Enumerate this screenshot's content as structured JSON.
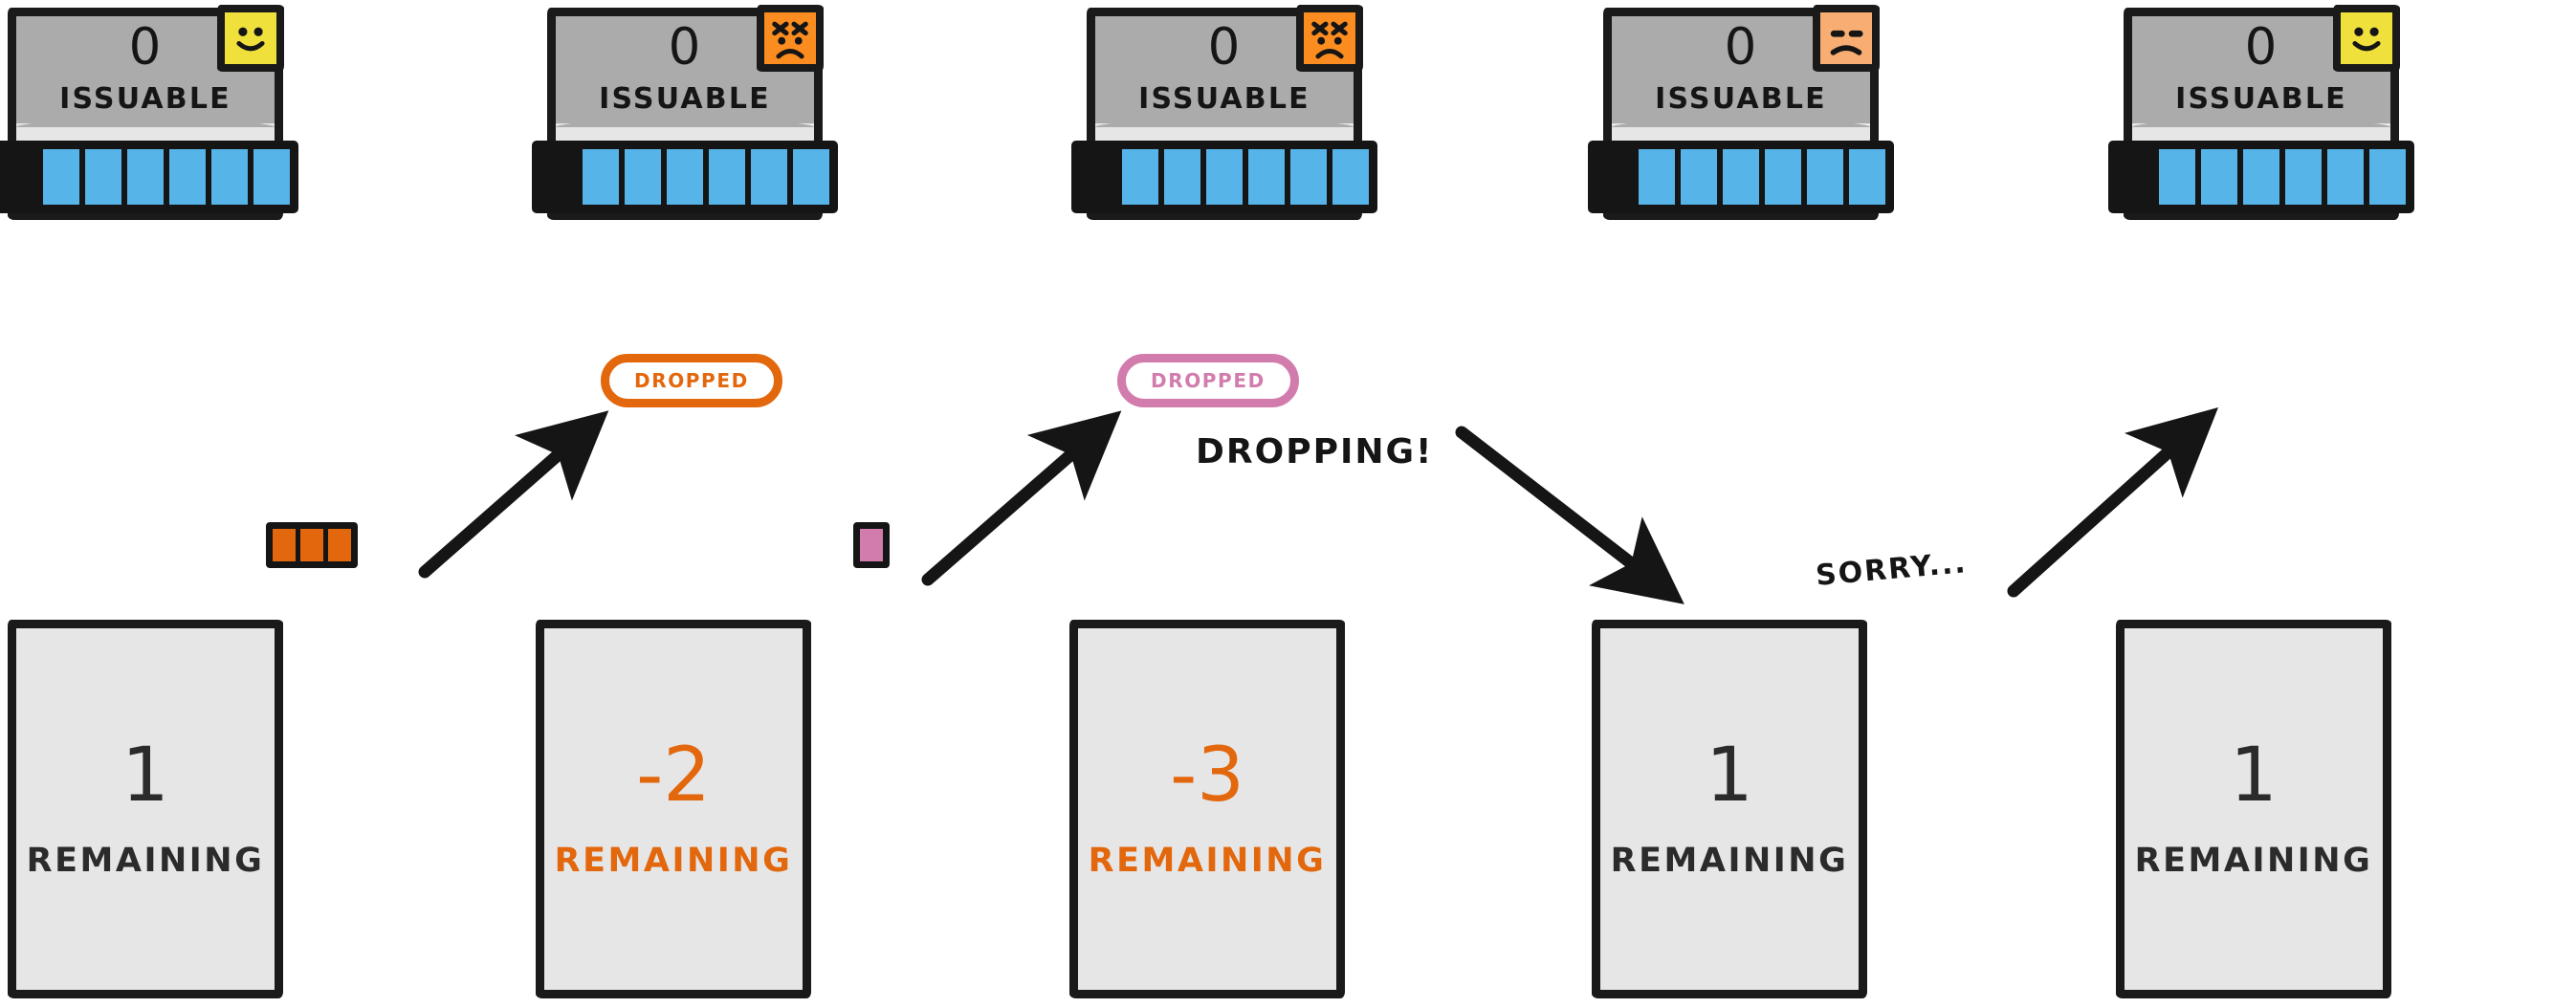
{
  "diagram": {
    "title": "Issuable tokens and dropped requests timeline",
    "colors": {
      "ink": "#151515",
      "card_header": "#ababab",
      "card_body": "#e6e6e6",
      "token_blue": "#56b4e8",
      "orange": "#e2670d",
      "mood_orange": "#fb8c20",
      "mood_peach": "#f8ad72",
      "mood_yellow": "#f0e03c",
      "pink": "#d27cae"
    },
    "steps": [
      {
        "head_count": "0",
        "head_label": "ISSUABLE",
        "mood": "happy-face-icon",
        "mood_color": "#f0e03c",
        "slots_total": 7,
        "slots_filled": 6,
        "dropped_badge": null,
        "remaining_value": "1",
        "remaining_label": "REMAINING",
        "remaining_negative": false
      },
      {
        "head_count": "0",
        "head_label": "ISSUABLE",
        "mood": "angry-face-icon",
        "mood_color": "#fb8c20",
        "slots_total": 7,
        "slots_filled": 6,
        "dropped_badge": "DROPPED",
        "dropped_badge_color": "orange",
        "remaining_value": "-2",
        "remaining_label": "REMAINING",
        "remaining_negative": true
      },
      {
        "head_count": "0",
        "head_label": "ISSUABLE",
        "mood": "angry-face-icon",
        "mood_color": "#fb8c20",
        "slots_total": 7,
        "slots_filled": 6,
        "dropped_badge": "DROPPED",
        "dropped_badge_color": "pink",
        "remaining_value": "-3",
        "remaining_label": "REMAINING",
        "remaining_negative": true
      },
      {
        "head_count": "0",
        "head_label": "ISSUABLE",
        "mood": "neutral-face-icon",
        "mood_color": "#f8ad72",
        "slots_total": 7,
        "slots_filled": 6,
        "dropped_badge": null,
        "remaining_value": "1",
        "remaining_label": "REMAINING",
        "remaining_negative": false
      },
      {
        "head_count": "0",
        "head_label": "ISSUABLE",
        "mood": "happy-face-icon",
        "mood_color": "#f0e03c",
        "slots_total": 7,
        "slots_filled": 6,
        "dropped_badge": null,
        "remaining_value": "1",
        "remaining_label": "REMAINING",
        "remaining_negative": false
      }
    ],
    "chips": [
      {
        "name": "orange-token-group",
        "count": 3,
        "color": "orange"
      },
      {
        "name": "pink-token-group",
        "count": 1,
        "color": "pink"
      }
    ],
    "annotations": [
      {
        "name": "dropping-label",
        "text": "DROPPING!"
      },
      {
        "name": "sorry-label",
        "text": "SORRY..."
      }
    ]
  }
}
